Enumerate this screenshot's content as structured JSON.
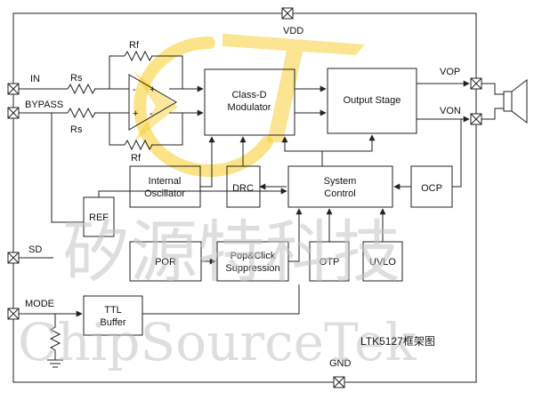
{
  "pins": {
    "vdd": "VDD",
    "gnd": "GND",
    "in": "IN",
    "bypass": "BYPASS",
    "sd": "SD",
    "mode": "MODE",
    "vop": "VOP",
    "von": "VON"
  },
  "resistors": {
    "rs_top": "Rs",
    "rs_bottom": "Rs",
    "rf_top": "Rf",
    "rf_bottom": "Rf"
  },
  "opamp": {
    "minus": "-",
    "plus": "+",
    "out_plus": "+",
    "out_minus": "-"
  },
  "blocks": {
    "class_d_line1": "Class-D",
    "class_d_line2": "Modulator",
    "output_stage": "Output Stage",
    "internal_osc_line1": "Internal",
    "internal_osc_line2": "Oscillator",
    "drc": "DRC",
    "system_control_line1": "System",
    "system_control_line2": "Control",
    "ocp": "OCP",
    "ref": "REF",
    "por": "POR",
    "popclick_line1": "Pop&Click",
    "popclick_line2": "Suppression",
    "otp": "OTP",
    "uvlo": "UVLO",
    "ttl_line1": "TTL",
    "ttl_line2": "Buffer"
  },
  "caption": "LTK5127框架图",
  "watermark": {
    "chinese": "矽源特科技",
    "english": "ChipSourceTek"
  },
  "colors": {
    "logo": "#f5c400",
    "watermark": "#c4c4c4",
    "line": "#222222"
  }
}
